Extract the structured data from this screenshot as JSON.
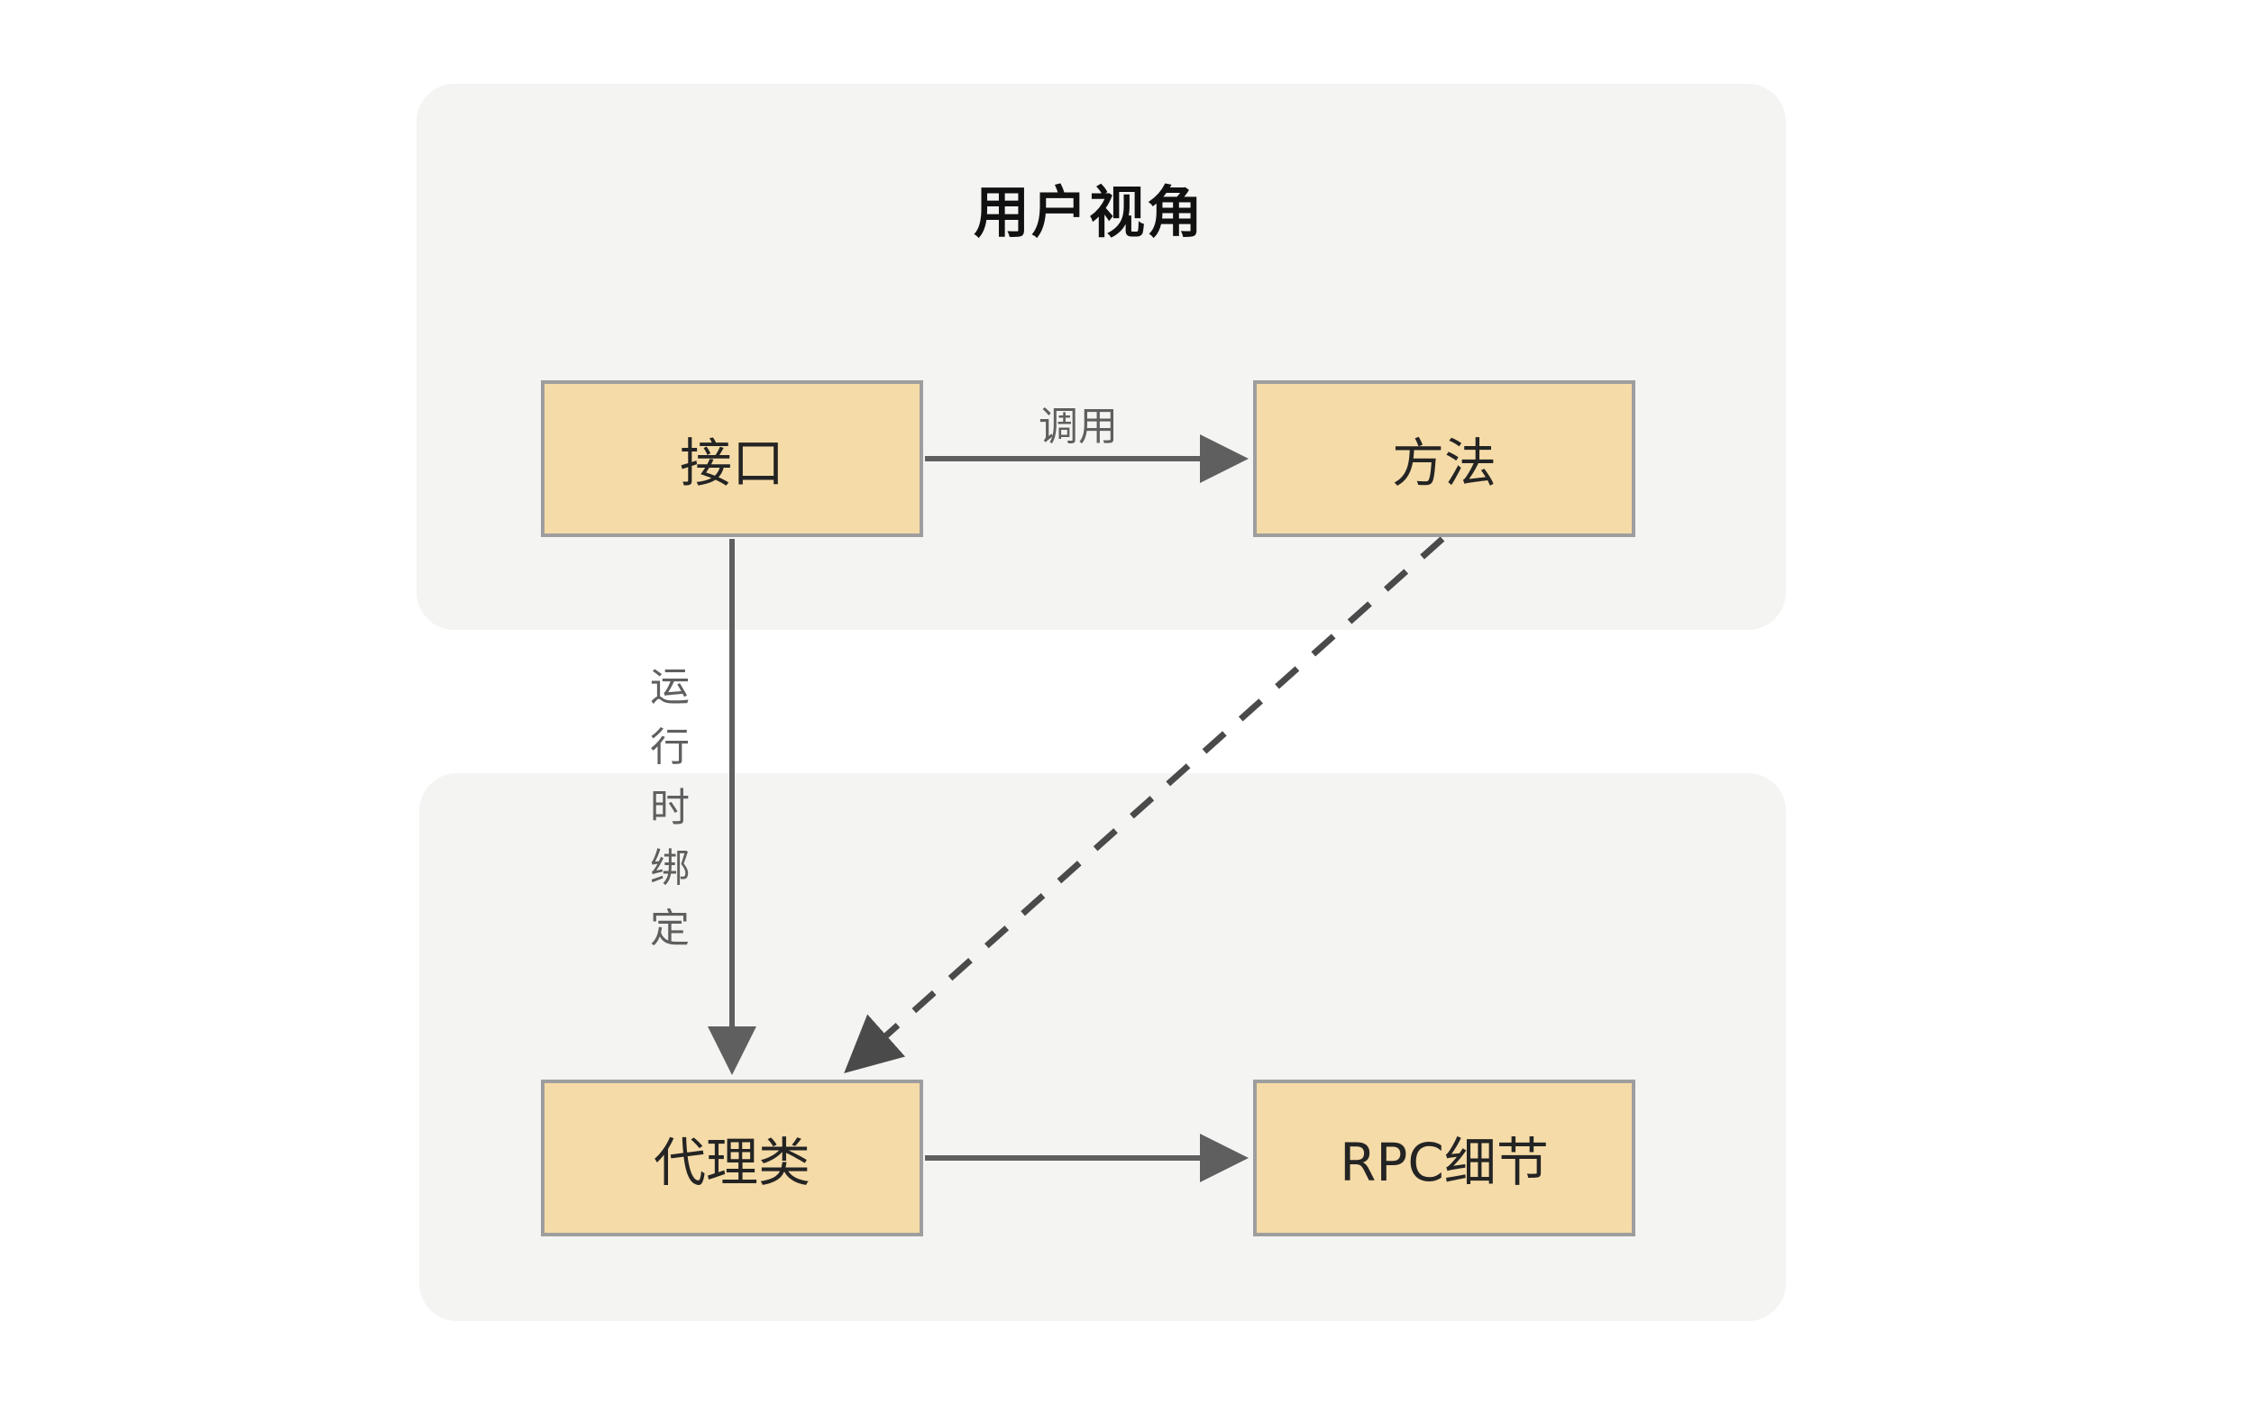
{
  "diagram": {
    "type": "flow-diagram",
    "background": "#ffffff",
    "panel_color": "#f4f4f2",
    "node_fill": "#f5dba7",
    "node_border": "#9e9e9e",
    "edge_color": "#5f5f5f",
    "text_color": "#242424"
  },
  "panels": [
    {
      "id": "user-view",
      "title": "用户视角"
    },
    {
      "id": "implementation-view",
      "title": ""
    }
  ],
  "nodes": [
    {
      "id": "interface",
      "label": "接口"
    },
    {
      "id": "method",
      "label": "方法"
    },
    {
      "id": "proxy",
      "label": "代理类"
    },
    {
      "id": "rpc",
      "label": "RPC细节"
    }
  ],
  "edges": [
    {
      "id": "interface-method",
      "from": "interface",
      "to": "method",
      "label": "调用",
      "style": "solid"
    },
    {
      "id": "interface-proxy",
      "from": "interface",
      "to": "proxy",
      "label": "运行时绑定",
      "style": "solid",
      "orientation": "vertical"
    },
    {
      "id": "method-proxy",
      "from": "method",
      "to": "proxy",
      "label": "",
      "style": "dashed"
    },
    {
      "id": "proxy-rpc",
      "from": "proxy",
      "to": "rpc",
      "label": "",
      "style": "solid"
    }
  ],
  "labels": {
    "call": "调用",
    "runtime_binding": "运行时绑定"
  }
}
